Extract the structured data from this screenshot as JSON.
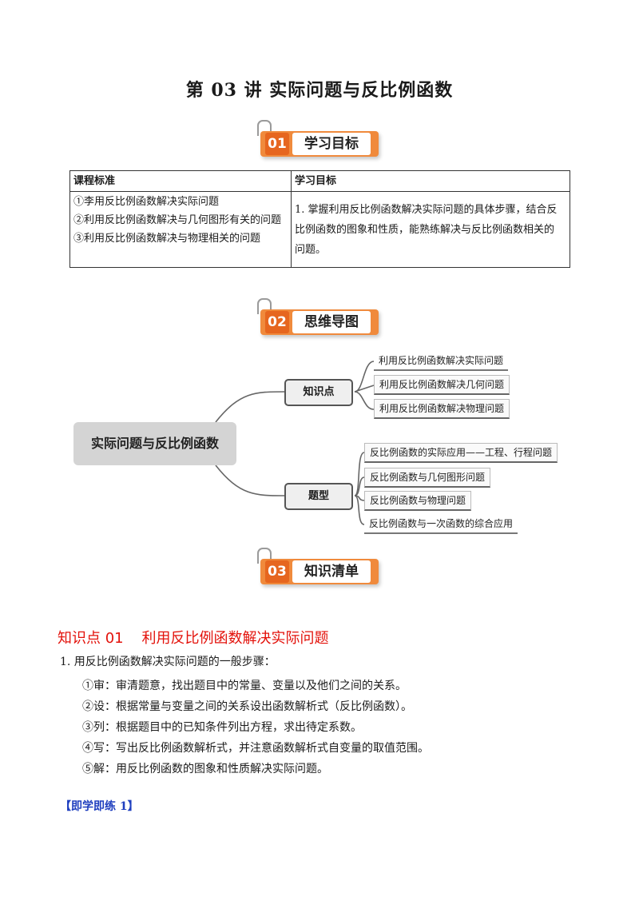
{
  "title": "第 03 讲  实际问题与反比例函数",
  "sections": [
    {
      "num": "01",
      "label": "学习目标"
    },
    {
      "num": "02",
      "label": "思维导图"
    },
    {
      "num": "03",
      "label": "知识清单"
    }
  ],
  "goals_table": {
    "headers": [
      "课程标准",
      "学习目标"
    ],
    "standards": [
      "①李用反比例函数解决实际问题",
      "②利用反比例函数解决与几何图形有关的问题",
      "③利用反比例函数解决与物理相关的问题"
    ],
    "goal": "1. 掌握利用反比例函数解决实际问题的具体步骤，结合反比例函数的图象和性质，能熟练解决与反比例函数相关的问题。"
  },
  "mindmap": {
    "root": "实际问题与反比例函数",
    "branches": [
      {
        "label": "知识点",
        "leaves": [
          "利用反比例函数解决实际问题",
          "利用反比例函数解决几何问题",
          "利用反比例函数解决物理问题"
        ]
      },
      {
        "label": "题型",
        "leaves": [
          "反比例函数的实际应用——工程、行程问题",
          "反比例函数与几何图形问题",
          "反比例函数与物理问题",
          "反比例函数与一次函数的综合应用"
        ]
      }
    ]
  },
  "knowledge": {
    "title": "知识点 01    利用反比例函数解决实际问题",
    "intro": "1. 用反比例函数解决实际问题的一般步骤：",
    "steps": [
      "①审：审清题意，找出题目中的常量、变量以及他们之间的关系。",
      "②设：根据常量与变量之间的关系设出函数解析式（反比例函数）。",
      "③列：根据题目中的已知条件列出方程，求出待定系数。",
      "④写：写出反比例函数解析式，并注意函数解析式自变量的取值范围。",
      "⑤解：用反比例函数的图象和性质解决实际问题。"
    ]
  },
  "practice_label": "【即学即练 1】",
  "colors": {
    "accent": "#f08a3c",
    "accent_dark": "#e6661f",
    "heading_red": "#e3120b",
    "practice_blue": "#1f3fbf"
  }
}
